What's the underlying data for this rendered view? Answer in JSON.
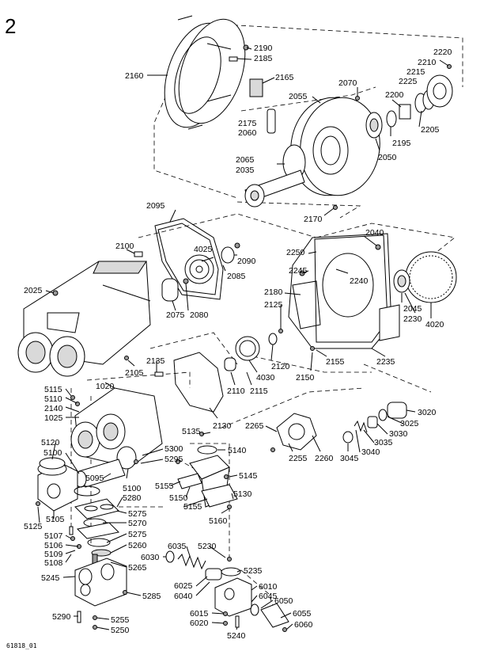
{
  "figure_number": "2",
  "drawing_id": "61818_01",
  "labels": [
    {
      "id": "2190",
      "text": "2190"
    },
    {
      "id": "2185",
      "text": "2185"
    },
    {
      "id": "2160",
      "text": "2160"
    },
    {
      "id": "2165",
      "text": "2165"
    },
    {
      "id": "2175",
      "text": "2175"
    },
    {
      "id": "2060",
      "text": "2060"
    },
    {
      "id": "2055",
      "text": "2055"
    },
    {
      "id": "2070",
      "text": "2070"
    },
    {
      "id": "2220",
      "text": "2220"
    },
    {
      "id": "2210",
      "text": "2210"
    },
    {
      "id": "2215",
      "text": "2215"
    },
    {
      "id": "2225",
      "text": "2225"
    },
    {
      "id": "2200",
      "text": "2200"
    },
    {
      "id": "2205",
      "text": "2205"
    },
    {
      "id": "2195",
      "text": "2195"
    },
    {
      "id": "2050",
      "text": "2050"
    },
    {
      "id": "2065",
      "text": "2065"
    },
    {
      "id": "2035",
      "text": "2035"
    },
    {
      "id": "2170",
      "text": "2170"
    },
    {
      "id": "2095",
      "text": "2095"
    },
    {
      "id": "2040",
      "text": "2040"
    },
    {
      "id": "2100",
      "text": "2100"
    },
    {
      "id": "4025",
      "text": "4025"
    },
    {
      "id": "2090",
      "text": "2090"
    },
    {
      "id": "2085",
      "text": "2085"
    },
    {
      "id": "2250",
      "text": "2250"
    },
    {
      "id": "2245",
      "text": "2245"
    },
    {
      "id": "2240",
      "text": "2240"
    },
    {
      "id": "2025",
      "text": "2025"
    },
    {
      "id": "2180",
      "text": "2180"
    },
    {
      "id": "2125",
      "text": "2125"
    },
    {
      "id": "2075",
      "text": "2075"
    },
    {
      "id": "2080",
      "text": "2080"
    },
    {
      "id": "2045",
      "text": "2045"
    },
    {
      "id": "2230",
      "text": "2230"
    },
    {
      "id": "4020",
      "text": "4020"
    },
    {
      "id": "2120",
      "text": "2120"
    },
    {
      "id": "2135",
      "text": "2135"
    },
    {
      "id": "2105",
      "text": "2105"
    },
    {
      "id": "4030",
      "text": "4030"
    },
    {
      "id": "2155",
      "text": "2155"
    },
    {
      "id": "2235",
      "text": "2235"
    },
    {
      "id": "2110",
      "text": "2110"
    },
    {
      "id": "2115",
      "text": "2115"
    },
    {
      "id": "2150",
      "text": "2150"
    },
    {
      "id": "1020",
      "text": "1020"
    },
    {
      "id": "5115",
      "text": "5115"
    },
    {
      "id": "5110",
      "text": "5110"
    },
    {
      "id": "2140",
      "text": "2140"
    },
    {
      "id": "1025",
      "text": "1025"
    },
    {
      "id": "2130",
      "text": "2130"
    },
    {
      "id": "3020",
      "text": "3020"
    },
    {
      "id": "3025",
      "text": "3025"
    },
    {
      "id": "2265",
      "text": "2265"
    },
    {
      "id": "5135",
      "text": "5135"
    },
    {
      "id": "3030",
      "text": "3030"
    },
    {
      "id": "5120",
      "text": "5120"
    },
    {
      "id": "5140",
      "text": "5140"
    },
    {
      "id": "3035",
      "text": "3035"
    },
    {
      "id": "5100",
      "text": "5100"
    },
    {
      "id": "5300",
      "text": "5300"
    },
    {
      "id": "3040",
      "text": "3040"
    },
    {
      "id": "5295",
      "text": "5295"
    },
    {
      "id": "2255",
      "text": "2255"
    },
    {
      "id": "2260",
      "text": "2260"
    },
    {
      "id": "3045",
      "text": "3045"
    },
    {
      "id": "5095",
      "text": "5095"
    },
    {
      "id": "5100b",
      "text": "5100"
    },
    {
      "id": "5145",
      "text": "5145"
    },
    {
      "id": "5155",
      "text": "5155"
    },
    {
      "id": "5280",
      "text": "5280"
    },
    {
      "id": "5130",
      "text": "5130"
    },
    {
      "id": "5150",
      "text": "5150"
    },
    {
      "id": "5155b",
      "text": "5155"
    },
    {
      "id": "5125",
      "text": "5125"
    },
    {
      "id": "5105",
      "text": "5105"
    },
    {
      "id": "5275",
      "text": "5275"
    },
    {
      "id": "5160",
      "text": "5160"
    },
    {
      "id": "5270",
      "text": "5270"
    },
    {
      "id": "5107",
      "text": "5107"
    },
    {
      "id": "5275b",
      "text": "5275"
    },
    {
      "id": "5106",
      "text": "5106"
    },
    {
      "id": "5260",
      "text": "5260"
    },
    {
      "id": "6035",
      "text": "6035"
    },
    {
      "id": "5230",
      "text": "5230"
    },
    {
      "id": "5109",
      "text": "5109"
    },
    {
      "id": "6030",
      "text": "6030"
    },
    {
      "id": "5108",
      "text": "5108"
    },
    {
      "id": "5265",
      "text": "5265"
    },
    {
      "id": "5235",
      "text": "5235"
    },
    {
      "id": "5245",
      "text": "5245"
    },
    {
      "id": "6025",
      "text": "6025"
    },
    {
      "id": "6010",
      "text": "6010"
    },
    {
      "id": "6040",
      "text": "6040"
    },
    {
      "id": "6045",
      "text": "6045"
    },
    {
      "id": "5285",
      "text": "5285"
    },
    {
      "id": "6050",
      "text": "6050"
    },
    {
      "id": "6015",
      "text": "6015"
    },
    {
      "id": "6055",
      "text": "6055"
    },
    {
      "id": "5290",
      "text": "5290"
    },
    {
      "id": "5255",
      "text": "5255"
    },
    {
      "id": "6020",
      "text": "6020"
    },
    {
      "id": "6060",
      "text": "6060"
    },
    {
      "id": "5250",
      "text": "5250"
    },
    {
      "id": "5240",
      "text": "5240"
    }
  ]
}
